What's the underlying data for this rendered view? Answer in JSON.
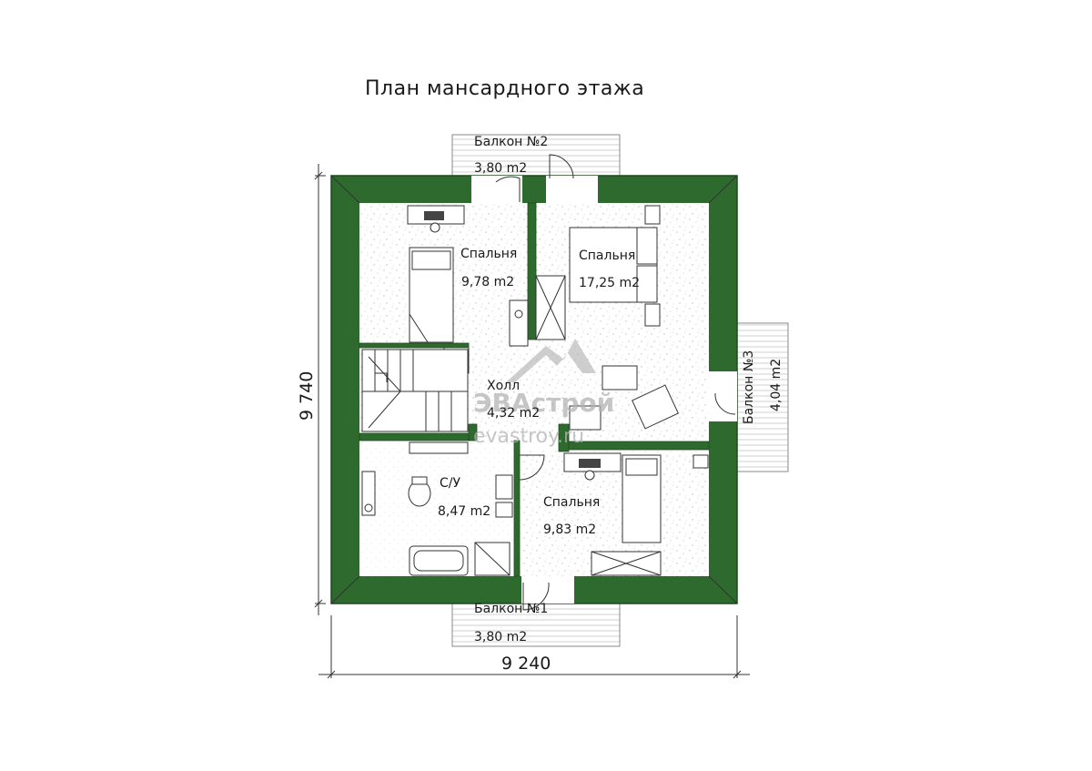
{
  "title": "План мансардного этажа",
  "colors": {
    "wall": "#2e6a2e",
    "wall_dark": "#1d4a1d",
    "floor_speckle": "#e9e9e9",
    "balcony_hatch": "#cccccc"
  },
  "rooms": {
    "bedroom_nw": {
      "name": "Спальня",
      "area": "9,78 m2"
    },
    "bedroom_ne": {
      "name": "Спальня",
      "area": "17,25 m2"
    },
    "hall": {
      "name": "Холл",
      "area": "4,32 m2"
    },
    "bathroom": {
      "name": "С/У",
      "area": "8,47 m2"
    },
    "bedroom_se": {
      "name": "Спальня",
      "area": "9,83 m2"
    }
  },
  "balconies": {
    "b1": {
      "name": "Балкон №1",
      "area": "3,80 m2"
    },
    "b2": {
      "name": "Балкон №2",
      "area": "3,80 m2"
    },
    "b3": {
      "name": "Балкон №3",
      "area": "4,04 m2"
    }
  },
  "dimensions": {
    "width": "9 240",
    "height": "9 740"
  },
  "watermark": {
    "brand": "ЭВАстрой",
    "site": "evastroy.ru",
    "icon": "house-mountain-logo-icon"
  }
}
